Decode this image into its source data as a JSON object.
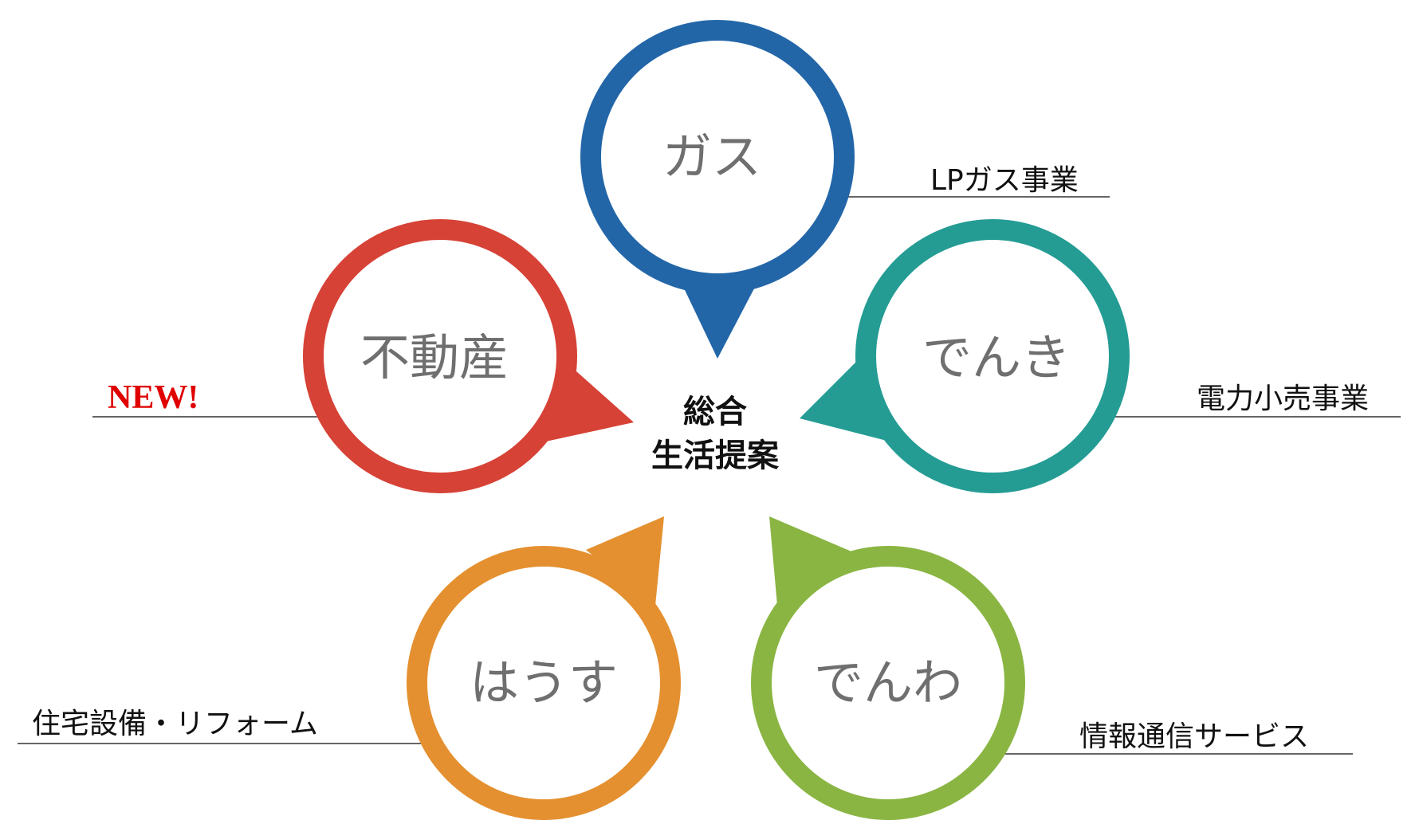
{
  "center": {
    "line1": "総合",
    "line2": "生活提案"
  },
  "nodes": {
    "gas": {
      "title": "ガス",
      "label": "LPガス事業",
      "color": "#2366a8"
    },
    "denki": {
      "title": "でんき",
      "label": "電力小売事業",
      "color": "#249c94"
    },
    "denwa": {
      "title": "でんわ",
      "label": "情報通信サービス",
      "color": "#8ab543"
    },
    "house": {
      "title": "はうす",
      "label": "住宅設備・リフォーム",
      "color": "#e49030"
    },
    "realestate": {
      "title": "不動産",
      "label": "NEW!",
      "color": "#d64236"
    }
  },
  "line_color": "#333333"
}
